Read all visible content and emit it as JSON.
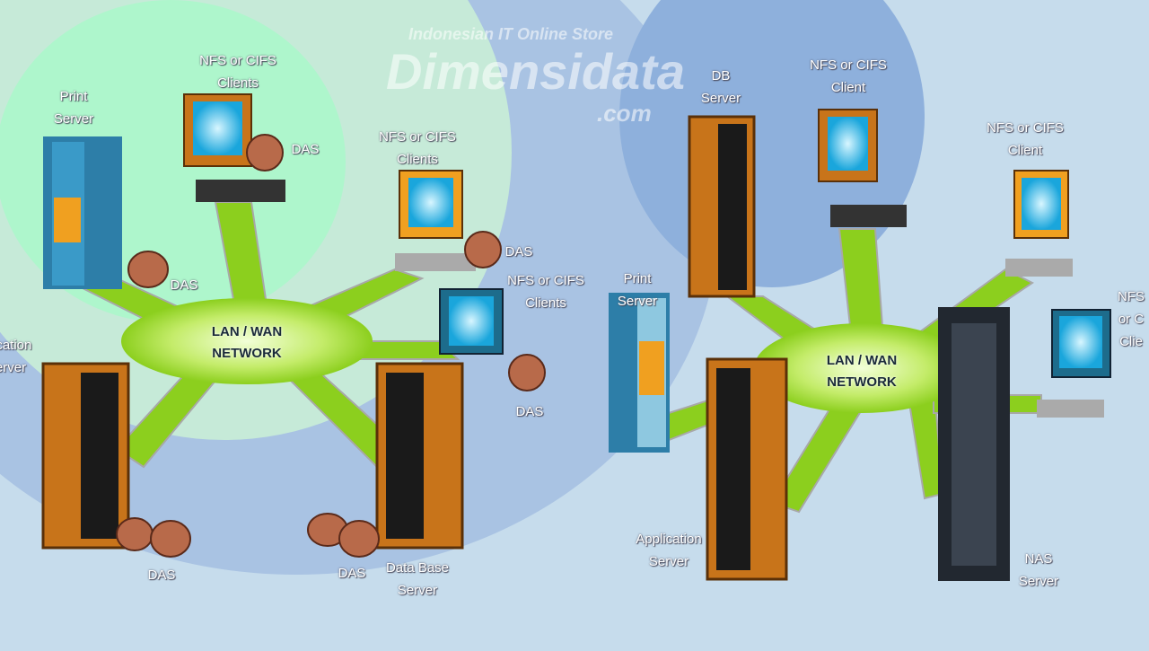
{
  "watermark": {
    "tagline": "Indonesian IT Online Store",
    "brand": "Dimensidata",
    "suffix": ".com"
  },
  "left": {
    "network": "LAN / WAN\nNETWORK",
    "print_server": "Print\nServer",
    "client_top": "NFS or CIFS\nClients",
    "client_top_das": "DAS",
    "client_mid": "NFS or CIFS\nClients",
    "client_mid_das": "DAS",
    "client_right": "NFS or CIFS\nClients",
    "client_right_das": "DAS",
    "print_das": "DAS",
    "app_server": "lication\nerver",
    "app_das": "DAS",
    "db_das": "DAS",
    "db_server": "Data Base\nServer"
  },
  "right": {
    "network": "LAN / WAN\nNETWORK",
    "db_server": "DB\nServer",
    "client_top": "NFS or CIFS\nClient",
    "client_right": "NFS or CIFS\nClient",
    "client_far": "NFS or C\nClie",
    "print_server": "Print\nServer",
    "app_server": "Application\nServer",
    "nas_server": "NAS\nServer"
  },
  "colors": {
    "link": "#8ccf1e",
    "rack": "#c8741a",
    "screen": "#36b8e6",
    "nas": "#222830"
  }
}
